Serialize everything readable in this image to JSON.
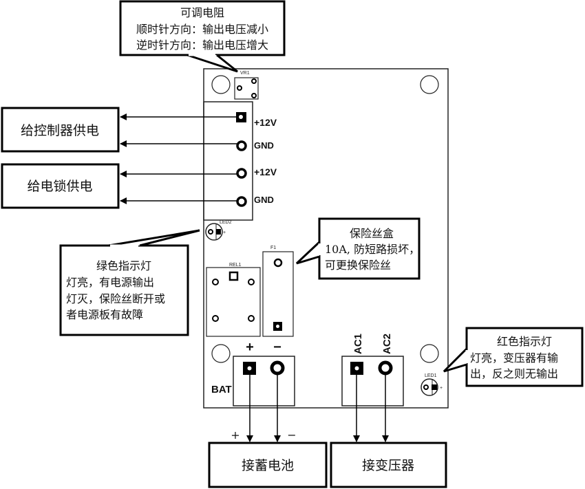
{
  "callouts": {
    "potentiometer": {
      "title": "可调电阻",
      "lines": [
        "顺时针方向：输出电压减小",
        "逆时针方向：输出电压增大"
      ]
    },
    "green_led": {
      "title": "绿色指示灯",
      "lines": [
        "灯亮，有电源输出",
        "灯灭，保险丝断开或",
        "者电源板有故障"
      ]
    },
    "fuse": {
      "title": "保险丝盒",
      "lines": [
        "10A, 防短路损坏，",
        "可更换保险丝"
      ]
    },
    "red_led": {
      "title": "红色指示灯",
      "lines": [
        "灯亮，变压器有输",
        "出，反之则无输出"
      ]
    }
  },
  "outputs": {
    "controller": "给控制器供电",
    "lock": "给电锁供电"
  },
  "terminals": {
    "out": [
      "+12V",
      "GND",
      "+12V",
      "GND"
    ],
    "bat_label": "BAT",
    "bat_plus": "+",
    "bat_minus": "−",
    "ac1": "AC1",
    "ac2": "AC2"
  },
  "pcb_labels": {
    "vr1": "VR1",
    "led2": "LED2",
    "led1": "LED1",
    "rel1": "REL1",
    "f1": "F1",
    "led_plus": "+"
  },
  "inputs": {
    "battery": "接蓄电池",
    "transformer": "接变压器",
    "battery_plus": "+",
    "battery_minus": "−"
  }
}
